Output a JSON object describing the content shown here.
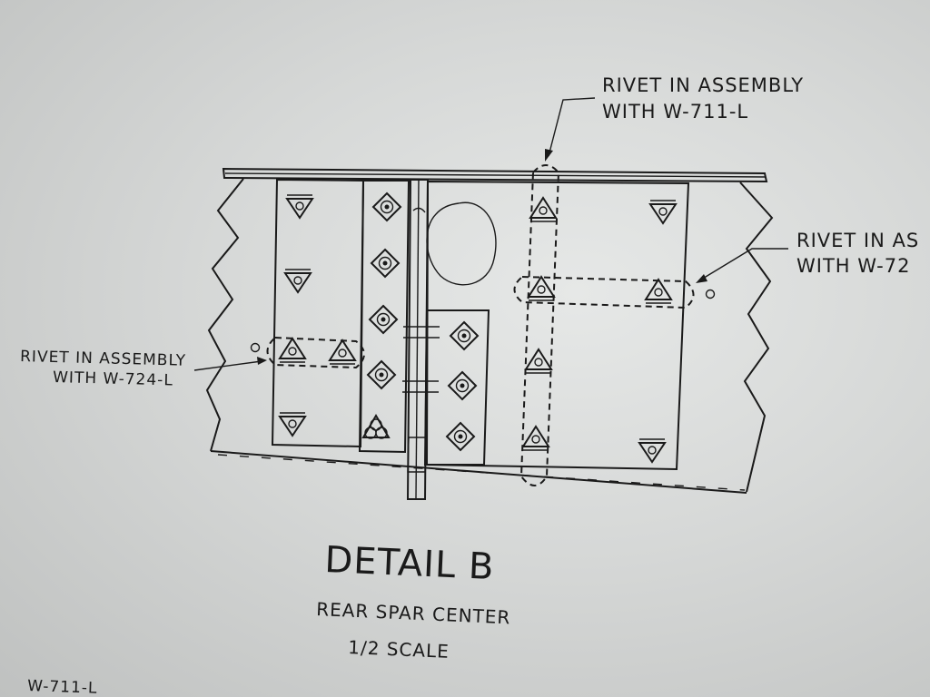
{
  "callouts": {
    "top_right": {
      "line1": "RIVET IN ASSEMBLY",
      "line2": "WITH W-711-L"
    },
    "right": {
      "line1": "RIVET IN AS",
      "line2": "WITH W-72"
    },
    "left": {
      "line1": "RIVET IN ASSEMBLY",
      "line2": "WITH W-724-L"
    }
  },
  "title": {
    "heading": "DETAIL B",
    "subtitle": "REAR SPAR CENTER",
    "scale": "1/2 SCALE"
  },
  "footer_label": "W-711-L",
  "colors": {
    "ink": "#1a1a1a",
    "paper": "#dfe1e0"
  }
}
